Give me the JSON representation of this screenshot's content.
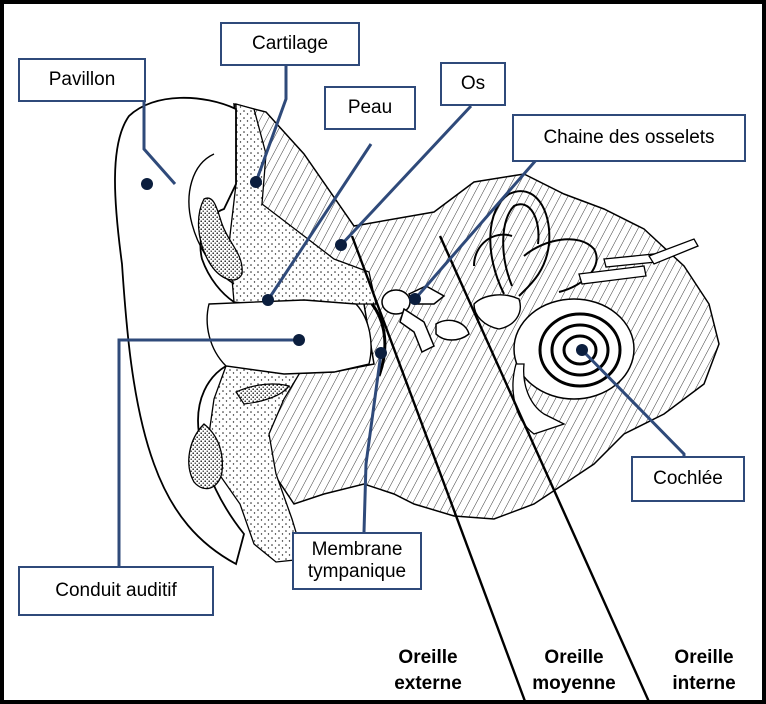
{
  "labels": {
    "pavillon": "Pavillon",
    "cartilage": "Cartilage",
    "peau": "Peau",
    "os": "Os",
    "chaine": "Chaine des osselets",
    "cochlee": "Cochlée",
    "conduit": "Conduit auditif",
    "membrane_1": "Membrane",
    "membrane_2": "tympanique"
  },
  "zones": {
    "externe_1": "Oreille",
    "externe_2": "externe",
    "moyenne_1": "Oreille",
    "moyenne_2": "moyenne",
    "interne_1": "Oreille",
    "interne_2": "interne"
  },
  "colors": {
    "leader": "#2f4a7a",
    "box_border": "#2f4a7a",
    "outline": "#000000",
    "fill": "#ffffff"
  }
}
